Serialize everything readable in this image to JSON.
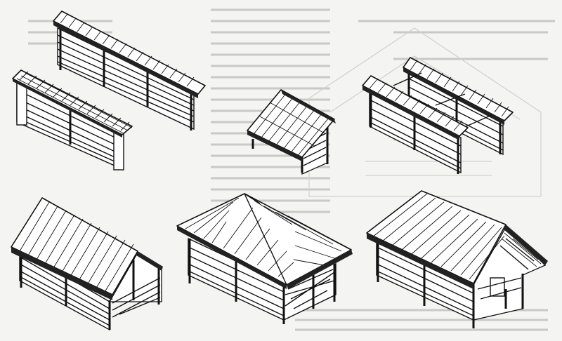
{
  "figure": {
    "panels": [
      {
        "id": "long-single-rack",
        "icon": "single-hayrack-icon"
      },
      {
        "id": "tile-roof-single-rack",
        "icon": "single-hayrack-icon"
      },
      {
        "id": "small-gable-rack",
        "icon": "gable-hayrack-icon"
      },
      {
        "id": "double-rack-open",
        "icon": "double-hayrack-icon"
      },
      {
        "id": "large-gable-rack",
        "icon": "gable-hayrack-icon"
      },
      {
        "id": "hip-roof-rack",
        "icon": "hip-roof-hayrack-icon"
      },
      {
        "id": "gable-rack-with-annex",
        "icon": "gable-hayrack-icon"
      }
    ],
    "colors": {
      "ink": "#111111",
      "paper": "#f4f4f2",
      "ghost": "#c9c9c6"
    }
  }
}
